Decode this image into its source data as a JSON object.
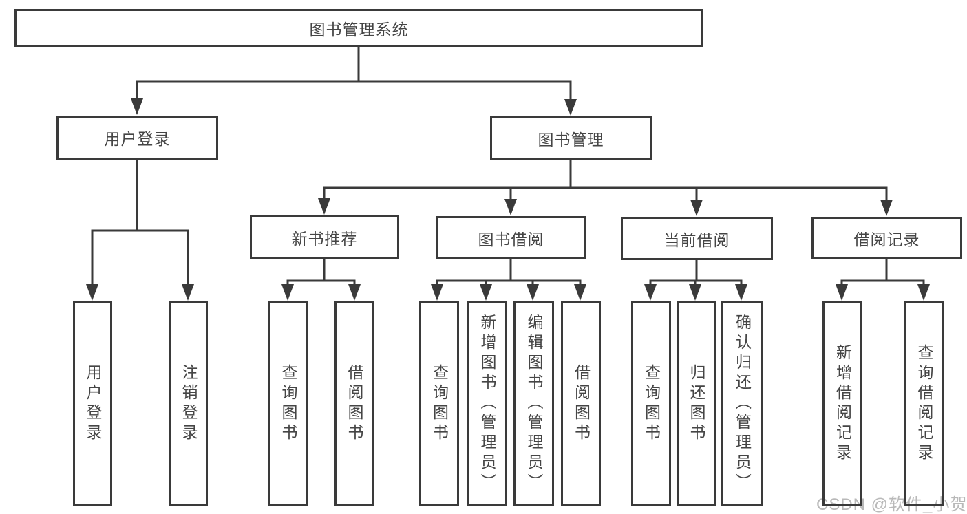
{
  "diagram": {
    "title": "图书管理系统",
    "nodes": {
      "root": "图书管理系统",
      "user_login": {
        "label": "用户登录",
        "children": [
          "用户登录",
          "注销登录"
        ]
      },
      "book_mgmt": {
        "label": "图书管理"
      },
      "new_book": {
        "label": "新书推荐",
        "children": [
          "查询图书",
          "借阅图书"
        ]
      },
      "borrow": {
        "label": "图书借阅",
        "children": [
          "查询图书",
          "新增图书（管理员）",
          "编辑图书（管理员）",
          "借阅图书"
        ]
      },
      "current": {
        "label": "当前借阅",
        "children": [
          "查询图书",
          "归还图书",
          "确认归还（管理员）"
        ]
      },
      "records": {
        "label": "借阅记录",
        "children": [
          "新增借阅记录",
          "查询借阅记录"
        ]
      }
    },
    "colors": {
      "line": "#3a3a3a",
      "text": "#454545",
      "watermark": "#b9b9b9",
      "background": "#ffffff"
    },
    "watermark": "CSDN @软件_小贺同学"
  }
}
